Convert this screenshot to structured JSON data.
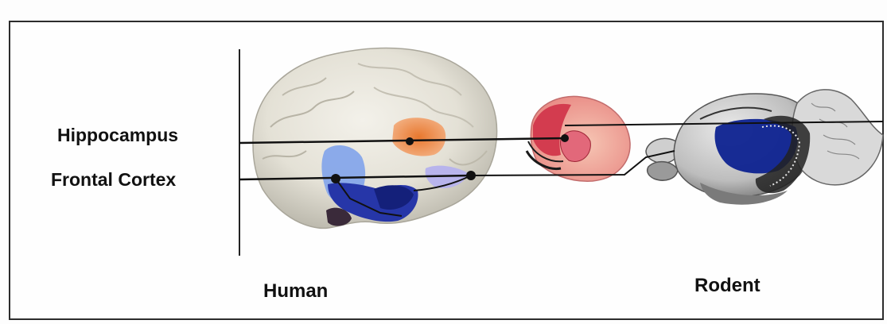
{
  "labels": {
    "hippocampus": "Hippocampus",
    "frontal_cortex": "Frontal Cortex",
    "human": "Human",
    "rodent": "Rodent"
  },
  "colors": {
    "frame": "#2c2c2c",
    "connector_lines": "#111111",
    "hippocampus_human": "#e0702a",
    "frontal_human_light": "#7fa3e8",
    "frontal_human_dark": "#1c2f9a",
    "rodent_hippocampus": "#d83a4e",
    "rodent_frontal": "#0b1e8a",
    "rodent_brain": "#c4c4c4"
  },
  "figures": {
    "human_brain": "human-brain-illustration",
    "rodent_hippocampus": "rodent-hippocampus-illustration",
    "rodent_brain": "rodent-brain-illustration"
  }
}
